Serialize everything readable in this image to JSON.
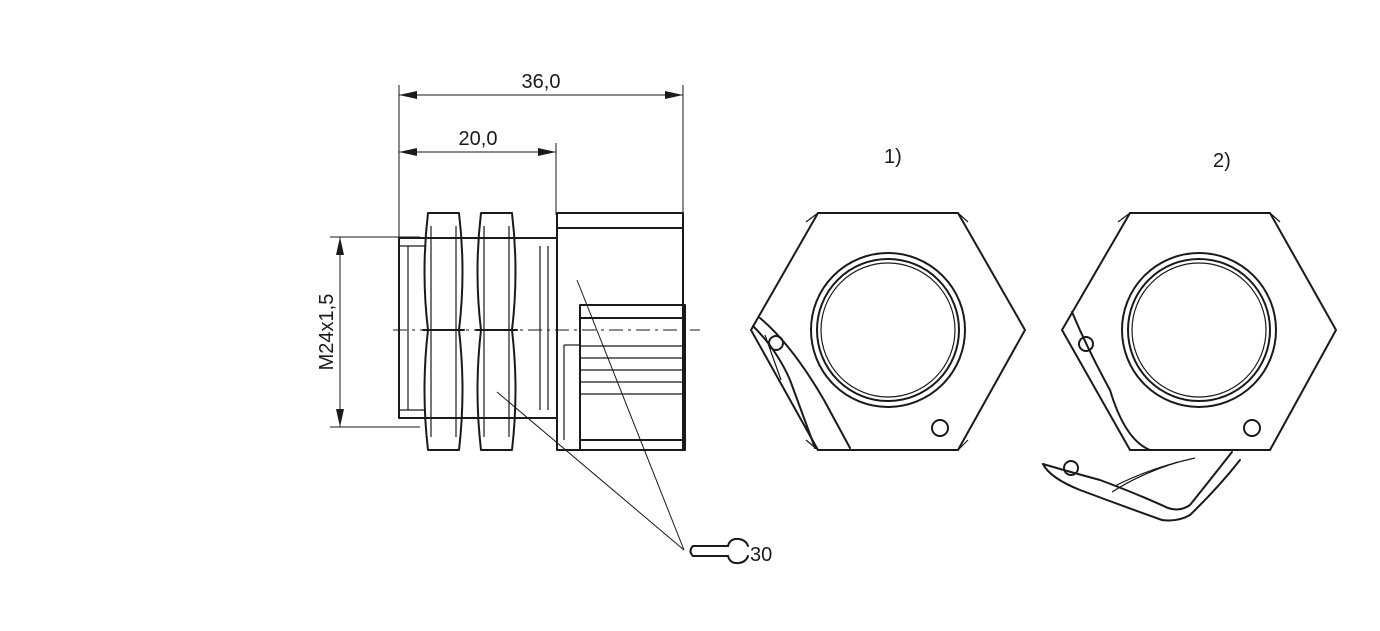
{
  "dimensions": {
    "overall_length": "36,0",
    "thread_length": "20,0",
    "thread_size": "M24x1,5"
  },
  "views": {
    "label_1": "1)",
    "label_2": "2)"
  },
  "wrench": {
    "size": "30"
  },
  "colors": {
    "line": "#1a1a1a",
    "background": "#ffffff"
  }
}
